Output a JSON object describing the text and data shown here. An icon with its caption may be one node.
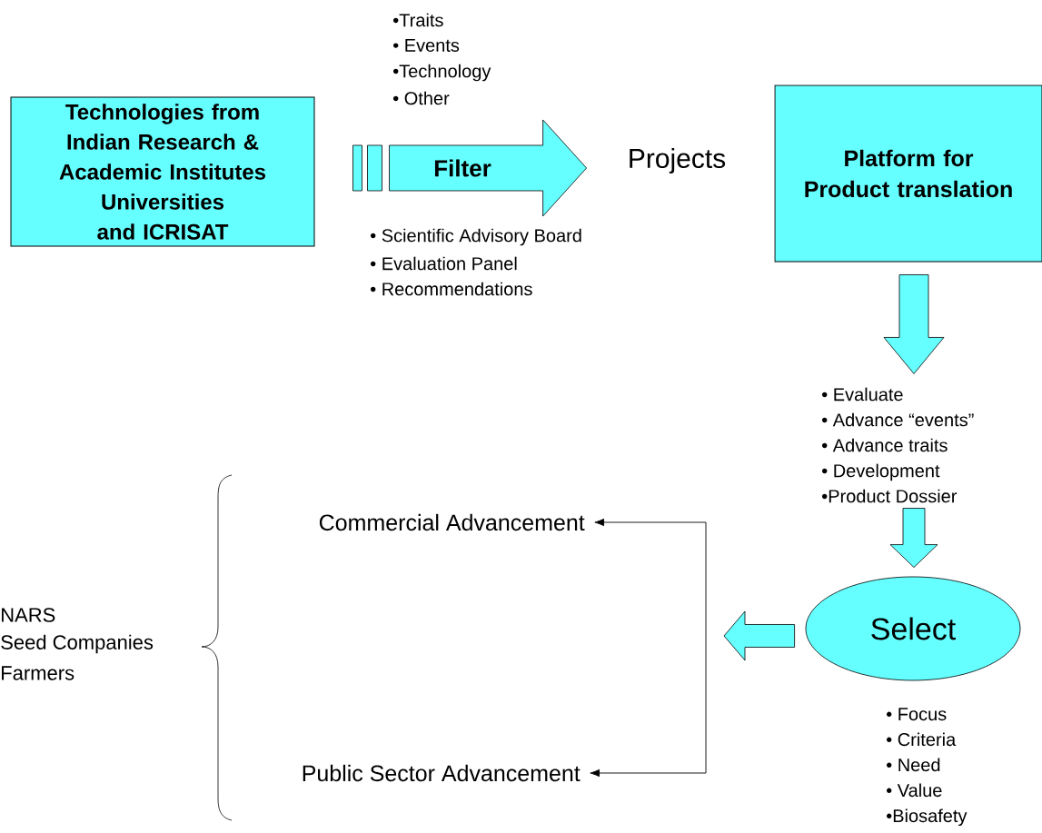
{
  "diagram": {
    "nodes": [
      {
        "text": [
          "Technologies from Indian Research & Academic Institutes Universities and ICRISAT"
        ]
      },
      {
        "text": [
          "Projects"
        ]
      },
      {
        "text": [
          "Platform for Product translation"
        ]
      },
      {
        "text": [
          "• Evaluate",
          "• Advance “events”",
          "• Advance traits",
          "• Development",
          "•Product Dossier"
        ]
      },
      {
        "text": [
          "Select"
        ],
        "beside": [
          "• Focus",
          "• Criteria",
          "• Need",
          "• Value",
          "•Biosafety"
        ]
      },
      {
        "text": [
          "Commercial Advancement"
        ]
      },
      {
        "text": [
          "Public Sector Advancement"
        ]
      }
    ],
    "edges": [
      {
        "from": 0,
        "to": 1,
        "arrow": "to",
        "label": "Filter",
        "style": "thick"
      },
      {
        "from": 2,
        "to": 3,
        "arrow": "to",
        "style": "thick"
      },
      {
        "from": 3,
        "to": 4,
        "arrow": "to",
        "style": "thick"
      },
      {
        "from": 4,
        "to": null,
        "arrow": "to",
        "style": "thick"
      },
      {
        "from": null,
        "to": 5,
        "arrow": "to"
      },
      {
        "from": null,
        "to": 6,
        "arrow": "to"
      }
    ],
    "labels": [
      "•Traits",
      "• Events",
      "•Technology",
      "• Other",
      "• Scientific Advisory Board",
      "• Evaluation Panel",
      "• Recommendations",
      "NARS",
      "Seed Companies",
      "Farmers"
    ]
  }
}
